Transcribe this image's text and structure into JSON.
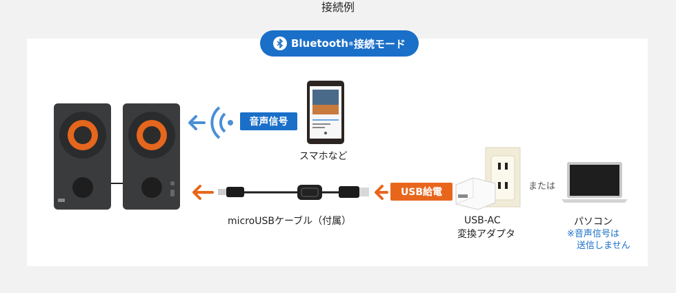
{
  "title": "接続例",
  "mode_pill": {
    "brand": "Bluetooth",
    "reg": "®",
    "suffix": "接続モード",
    "color": "#1a6fc8"
  },
  "phone_label": "スマホなど",
  "audio_tag": "音声信号",
  "usb_tag": "USB給電",
  "cable_label": "microUSBケーブル（付属）",
  "adapter_label": [
    "USB-AC",
    "変換アダプタ"
  ],
  "or_label": "または",
  "pc_label": "パソコン",
  "pc_note": [
    "※音声信号は",
    "送信しません"
  ],
  "colors": {
    "blue": "#1a6fc8",
    "orange": "#e8661c",
    "signal_blue": "#4a8fd6"
  },
  "icons": [
    "bluetooth-icon",
    "wifi-signal-icon",
    "arrow-left-icon"
  ]
}
